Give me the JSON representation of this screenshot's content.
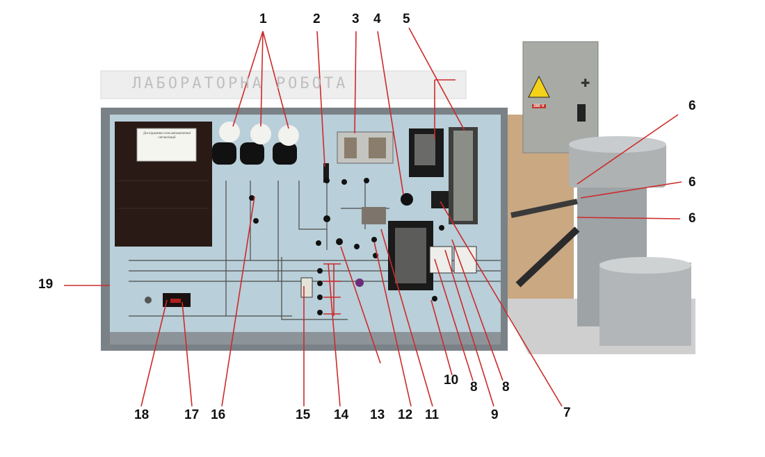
{
  "banner": {
    "text": "ЛАБОРАТОРНА    РОБОТА"
  },
  "card": {
    "text": "Дослідження схем автоматичної сигналізації"
  },
  "cabinet": {
    "voltage_label": "380 V"
  },
  "callouts": {
    "c1": "1",
    "c2": "2",
    "c3": "3",
    "c4": "4",
    "c5": "5",
    "c6a": "6",
    "c6b": "6",
    "c6c": "6",
    "c7": "7",
    "c8a": "8",
    "c8b": "8",
    "c9": "9",
    "c10": "10",
    "c11": "11",
    "c12": "12",
    "c13": "13",
    "c14": "14",
    "c15": "15",
    "c16": "16",
    "c17": "17",
    "c18": "18",
    "c19": "19"
  },
  "colors": {
    "panel": "#b9cfd9",
    "panel_frame": "#7a8288",
    "leader": "#cc2a2a",
    "cabinet": "#a7aaa5",
    "tank": "#9ea3a6"
  }
}
